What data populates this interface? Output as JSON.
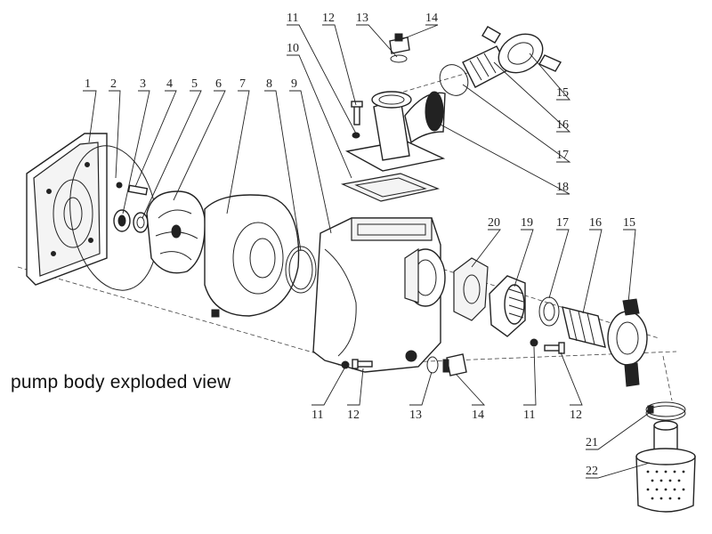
{
  "caption": "pump body exploded view",
  "callouts": [
    "1",
    "2",
    "3",
    "4",
    "5",
    "6",
    "7",
    "8",
    "9",
    "10",
    "11",
    "12",
    "13",
    "14",
    "15",
    "16",
    "17",
    "18",
    "19",
    "20",
    "21",
    "22"
  ]
}
